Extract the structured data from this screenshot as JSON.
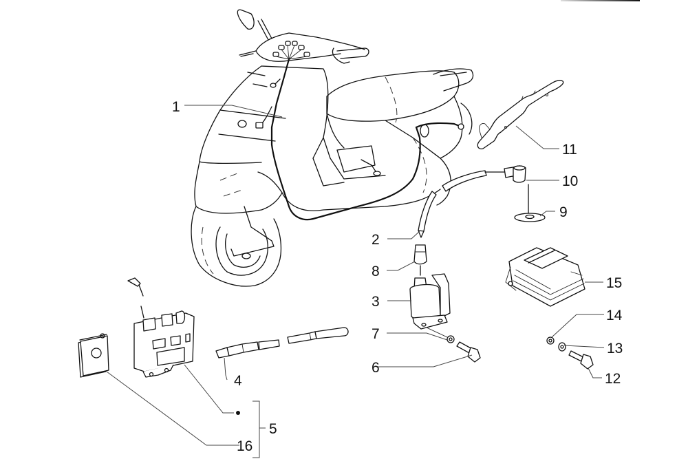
{
  "diagram": {
    "type": "exploded-parts-view",
    "subject": "Scooter electrical system",
    "callouts": [
      {
        "id": "1",
        "label": "1",
        "part": "main-wiring-harness"
      },
      {
        "id": "2",
        "label": "2",
        "part": "hv-cable"
      },
      {
        "id": "3",
        "label": "3",
        "part": "ignition-coil"
      },
      {
        "id": "4",
        "label": "4",
        "part": "cable-sleeve"
      },
      {
        "id": "5",
        "label": "5",
        "part": "control-unit-group"
      },
      {
        "id": "6",
        "label": "6",
        "part": "coil-screw"
      },
      {
        "id": "7",
        "label": "7",
        "part": "coil-washer"
      },
      {
        "id": "8",
        "label": "8",
        "part": "coil-cap"
      },
      {
        "id": "9",
        "label": "9",
        "part": "spark-plug-gasket"
      },
      {
        "id": "10",
        "label": "10",
        "part": "spark-plug-cap"
      },
      {
        "id": "11",
        "label": "11",
        "part": "bracket"
      },
      {
        "id": "12",
        "label": "12",
        "part": "regulator-screw"
      },
      {
        "id": "13",
        "label": "13",
        "part": "regulator-washer"
      },
      {
        "id": "14",
        "label": "14",
        "part": "regulator-spacer"
      },
      {
        "id": "15",
        "label": "15",
        "part": "voltage-regulator"
      },
      {
        "id": "16",
        "label": "16",
        "part": "control-unit-cover"
      }
    ]
  }
}
